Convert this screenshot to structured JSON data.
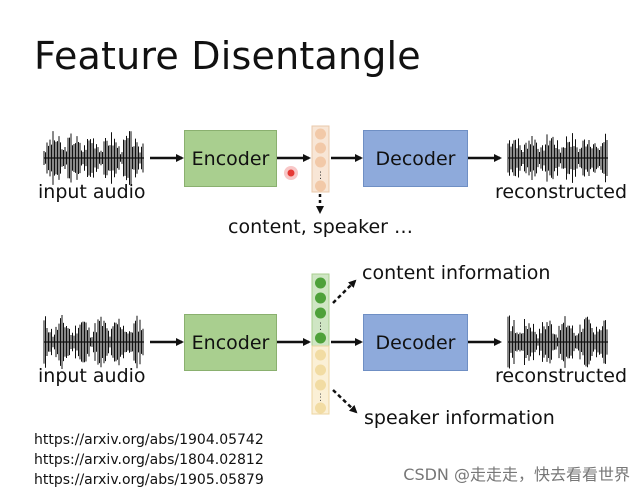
{
  "title": "Feature Disentangle",
  "row1": {
    "input_label": "input audio",
    "encoder_label": "Encoder",
    "decoder_label": "Decoder",
    "output_label": "reconstructed",
    "latent_caption": "content, speaker …"
  },
  "row2": {
    "input_label": "input audio",
    "encoder_label": "Encoder",
    "decoder_label": "Decoder",
    "output_label": "reconstructed",
    "content_caption": "content information",
    "speaker_caption": "speaker information"
  },
  "references": [
    "https://arxiv.org/abs/1904.05742",
    "https://arxiv.org/abs/1804.02812",
    "https://arxiv.org/abs/1905.05879"
  ],
  "watermark": "CSDN @走走走，快去看看世界",
  "colors": {
    "encoder": "#a9cf8f",
    "decoder": "#8eaadb",
    "latent_orange": "#f2c9a8",
    "content_green": "#4ea13a",
    "speaker_yellow": "#f2dca3",
    "cursor_red": "#e53935"
  }
}
